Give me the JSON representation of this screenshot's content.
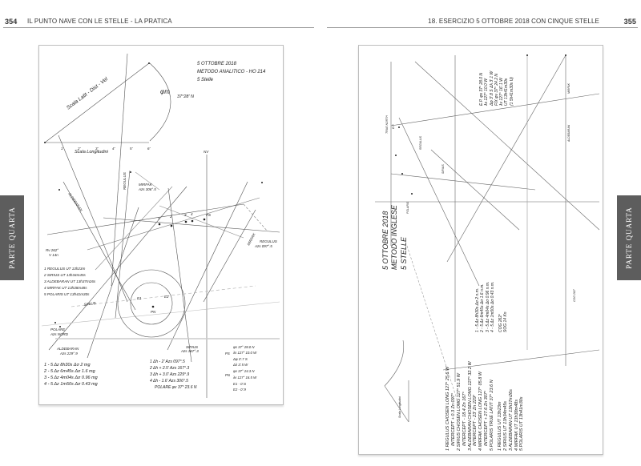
{
  "header": {
    "left_page_number": "354",
    "left_title": "IL PUNTO NAVE CON LE STELLE - LA PRATICA",
    "right_title": "18. ESERCIZIO 5 OTTOBRE 2018 CON CINQUE STELLE",
    "right_page_number": "355"
  },
  "side_tab": "PARTE QUARTA",
  "left_diagram": {
    "title_lines": [
      "5 OTTOBRE 2018",
      "METODO ANALITICO - HO 214",
      "5 Stelle"
    ],
    "phi_label": "φm",
    "phi_value": "37°28' N",
    "lat_scale_label": "Scala Latit - Dist - Vel",
    "long_scale_label": "Scala Longitudini",
    "scale_ticks": [
      "1'",
      "2'",
      "3'",
      "4'",
      "5'",
      "6'"
    ],
    "nv_label": "NV",
    "lop_labels": [
      "REGULUS",
      "ALDEBARAN",
      "MIRFAK",
      "SIRIUS"
    ],
    "mirfak_az": [
      "MIRFAK",
      "Azs 306°.5"
    ],
    "regulus_az": [
      "REGULUS",
      "Azs 097°.5"
    ],
    "rv": [
      "Rv 262°",
      "V 14n"
    ],
    "polare": [
      "POLARE",
      "Azs NORD"
    ],
    "aldebaran_az": [
      "ALDEBARAN",
      "Azs 229°.9"
    ],
    "sirius_az": [
      "SIRIUS",
      "Azs 167°.3"
    ],
    "points": [
      "1",
      "2",
      "3",
      "4",
      "PS",
      "PN"
    ],
    "eps": [
      "Ε1",
      "Ε2"
    ],
    "times": [
      "1 REGULUS UT 13h23m",
      "2 SIRIUS UT 13h34m45s",
      "3 ALDEBARAN UT 13h37m26s",
      "4 MIRFAK UT 13h38m48s",
      "5 POLARIS UT 13h41m30s"
    ],
    "deltas": [
      "1 - 5  Δz 8h30s  Δσ 2 mg",
      "2 - 5  Δz 6m45s  Δσ 1.6 mg",
      "3 - 5  Δz 4m04s  Δσ 0.96 mg",
      "4 - 5  Δz 1m50s  Δσ 0.43 mg"
    ],
    "intercepts": [
      "1 Δh - 2'   Azs 097°.5",
      "2 Δh + 2.5' Azs 167°.3",
      "3 Δh + 3.0' Azs 229°.9",
      "4 Δh - 1.6' Azs 306°.5",
      "POLARE  φv  37° 23.6 N"
    ],
    "ps_label": "PS",
    "ps_values": [
      "φs 37° 28.0 N",
      "λs 127° 10.0 W",
      "Δφ 3'.7 S",
      "Δλ 3'.5 W"
    ],
    "pn_label": "PN",
    "pn_values": [
      "φv 37° 24.3 N",
      "λv 127° 16.5 W",
      "Ε1 - 0'.6",
      "Ε2 - 0'.9"
    ]
  },
  "right_diagram": {
    "title_lines": [
      "5 OTTOBRE 2018",
      "METODO INGLESE",
      "5 STELLE"
    ],
    "fix_lines": [
      "E.P.  φs 37° 28.0 N",
      "λs 127° 10.0 W",
      "Δφ 3'.8 S   Δλ 3'.1 W",
      "FIX  φv 37° 24.2 N",
      "λv 127° 16'.1 W",
      "UT 13h41m30s",
      "(1 5h41m30s U)"
    ],
    "small_labels": [
      "TRUE NORTH",
      "E.P.",
      "REGULUS",
      "SIRIUS",
      "ALDEBARAN",
      "MIRFAK",
      "POLARIS",
      "COG 262°"
    ],
    "deltas": [
      "1 - 5  Δz 8h30s  Δσ 2 n.m.",
      "2 - 5  Δz 6m45s  Δσ 1.6 n.m.",
      "3 - 5  Δz 4m04s  Δσ 0.96 n.m.",
      "4 - 5  Δz 1m50s  Δσ 0.43 n.m."
    ],
    "cog": [
      "COG 262°",
      "SOG 14 Kn"
    ],
    "chosen": [
      "1 REGULUS CHOSEN LONG 127° 25.6 W",
      "INTERCEPT + 0.3   Zn 097°",
      "2 SIRIUS CHOSEN LONG 127° 51.9 W",
      "INTERCEPT - 18.4   Zn 167°",
      "3 ALDEBARAN  CHOSEN LONG 127° 32.2 W",
      "INTERCEPT - 23'   Zn 229°",
      "4 MIRFAK  CHOSEN LONG 127° 05.8 W",
      "INTERCEPT + 27.6   Zn 307°",
      "5 POLARIS TRUE LATIT 37° 23.6 N"
    ],
    "times": [
      "1 REGULUS UT 13h23m",
      "2 SIRIUS UT 13h34m45s",
      "3 ALDEBARAN UT 13h37m26s",
      "4 MIRFAK UT 13h38m48s",
      "5 POLARIS UT 13h41m30s"
    ],
    "scale_label": "Scala Longitudini"
  }
}
